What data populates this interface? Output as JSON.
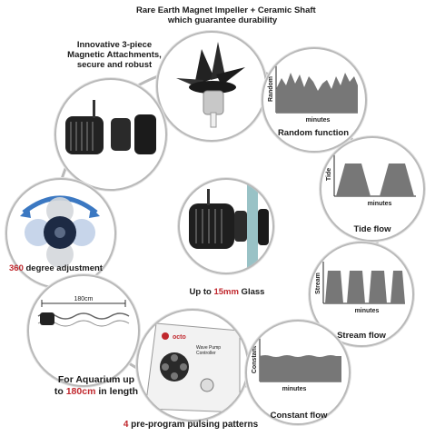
{
  "captions": {
    "impeller_line1": "Rare Earth Magnet Impeller + Ceramic Shaft",
    "impeller_line2": "which guarantee durability",
    "magnetic_line1": "Innovative 3-piece",
    "magnetic_line2": "Magnetic Attachments,",
    "magnetic_line3": "secure and robust",
    "random": "Random function",
    "tide": "Tide flow",
    "stream": "Stream flow",
    "constant": "Constant flow",
    "glass_prefix": "Up to ",
    "glass_value": "15mm",
    "glass_suffix": " Glass",
    "adjust_value": "360",
    "adjust_suffix": " degree adjustment",
    "aquarium_line1": "For Aquarium up",
    "aquarium_prefix": "to ",
    "aquarium_value": "180cm",
    "aquarium_suffix": " in length",
    "patterns_value": "4",
    "patterns_suffix": " pre-program pulsing patterns"
  },
  "charts": {
    "random_ylabel": "Random",
    "random_xlabel": "minutes",
    "tide_ylabel": "Tide",
    "tide_xlabel": "minutes",
    "stream_ylabel": "Stream",
    "stream_xlabel": "minutes",
    "constant_ylabel": "Constant",
    "constant_xlabel": "minutes"
  },
  "aquarium": {
    "length_label": "180cm"
  },
  "controller": {
    "brand": "octo",
    "label_line1": "Wave Pump",
    "label_line2": "Controller"
  },
  "colors": {
    "accent_red": "#c0272d",
    "ring": "#b9b9b9",
    "chart_fill": "#777777",
    "glass": "#7fb3b8",
    "arrow_blue": "#3b78c2"
  }
}
